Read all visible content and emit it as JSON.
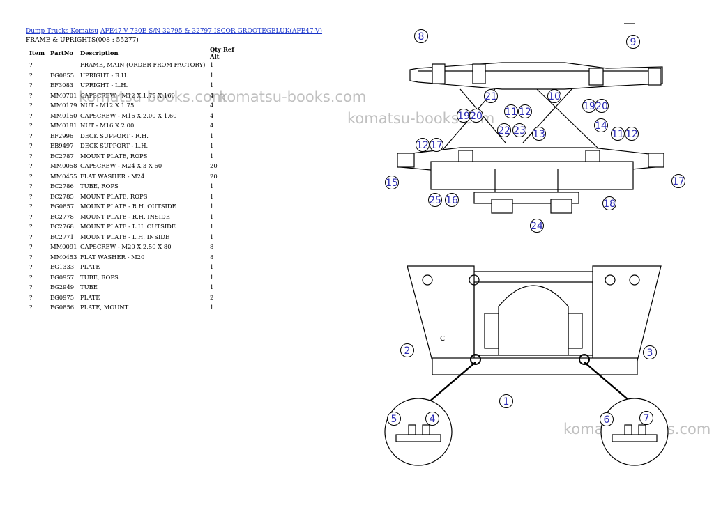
{
  "breadcrumb": {
    "link1": "Dump Trucks Komatsu",
    "link2": "AFE47-V 730E S/N 32795 & 32797 ISCOR GROOTEGELUK(AFE47-V)"
  },
  "section_title": "FRAME & UPRIGHTS(008 : 55277)",
  "table": {
    "headers": {
      "item": "Item",
      "part": "PartNo",
      "desc": "Description",
      "qty": "Qty Ref Alt"
    },
    "rows": [
      {
        "item": "?",
        "part": "",
        "desc": "FRAME, MAIN (ORDER FROM FACTORY)",
        "qty": "1"
      },
      {
        "item": "?",
        "part": "EG0855",
        "desc": "UPRIGHT - R.H.",
        "qty": "1"
      },
      {
        "item": "?",
        "part": "EF3083",
        "desc": "UPRIGHT - L.H.",
        "qty": "1"
      },
      {
        "item": "?",
        "part": "MM0701",
        "desc": "CAPSCREW - M12 X 1.75 X 160",
        "qty": "4"
      },
      {
        "item": "?",
        "part": "MM0179",
        "desc": "NUT - M12 X 1.75",
        "qty": "4"
      },
      {
        "item": "?",
        "part": "MM0150",
        "desc": "CAPSCREW - M16 X 2.00 X 1.60",
        "qty": "4"
      },
      {
        "item": "?",
        "part": "MM0181",
        "desc": "NUT - M16 X 2.00",
        "qty": "4"
      },
      {
        "item": "?",
        "part": "EF2996",
        "desc": "DECK SUPPORT - R.H.",
        "qty": "1"
      },
      {
        "item": "?",
        "part": "EB9497",
        "desc": "DECK SUPPORT - L.H.",
        "qty": "1"
      },
      {
        "item": "?",
        "part": "EC2787",
        "desc": "MOUNT PLATE, ROPS",
        "qty": "1"
      },
      {
        "item": "?",
        "part": "MM0058",
        "desc": "CAPSCREW - M24 X 3 X 60",
        "qty": "20"
      },
      {
        "item": "?",
        "part": "MM0455",
        "desc": "FLAT WASHER - M24",
        "qty": "20"
      },
      {
        "item": "?",
        "part": "EC2786",
        "desc": "TUBE, ROPS",
        "qty": "1"
      },
      {
        "item": "?",
        "part": "EC2785",
        "desc": "MOUNT PLATE, ROPS",
        "qty": "1"
      },
      {
        "item": "?",
        "part": "EG0857",
        "desc": "MOUNT PLATE - R.H. OUTSIDE",
        "qty": "1"
      },
      {
        "item": "?",
        "part": "EC2778",
        "desc": "MOUNT PLATE - R.H. INSIDE",
        "qty": "1"
      },
      {
        "item": "?",
        "part": "EC2768",
        "desc": "MOUNT PLATE - L.H. OUTSIDE",
        "qty": "1"
      },
      {
        "item": "?",
        "part": "EC2771",
        "desc": "MOUNT PLATE - L.H. INSIDE",
        "qty": "1"
      },
      {
        "item": "?",
        "part": "MM0091",
        "desc": "CAPSCREW - M20 X 2.50 X 80",
        "qty": "8"
      },
      {
        "item": "?",
        "part": "MM0453",
        "desc": "FLAT WASHER - M20",
        "qty": "8"
      },
      {
        "item": "?",
        "part": "EG1333",
        "desc": "PLATE",
        "qty": "1"
      },
      {
        "item": "?",
        "part": "EG0957",
        "desc": "TUBE, ROPS",
        "qty": "1"
      },
      {
        "item": "?",
        "part": "EG2949",
        "desc": "TUBE",
        "qty": "1"
      },
      {
        "item": "?",
        "part": "EG0975",
        "desc": "PLATE",
        "qty": "2"
      },
      {
        "item": "?",
        "part": "EG0856",
        "desc": "PLATE, MOUNT",
        "qty": "1"
      }
    ]
  },
  "watermarks": [
    "komatsu-books.com",
    "komatsu-books.com",
    "komatsu-books.com",
    "komatsu-books.com"
  ],
  "diagram": {
    "top_callouts": [
      "8",
      "9",
      "21",
      "10",
      "19",
      "20",
      "19",
      "20",
      "11",
      "12",
      "22",
      "23",
      "13",
      "14",
      "11",
      "12",
      "12",
      "17",
      "15",
      "25",
      "16",
      "18",
      "17",
      "24"
    ],
    "bottom_callouts": [
      "2",
      "3",
      "1",
      "5",
      "4",
      "6",
      "7"
    ],
    "frame_label": "C"
  },
  "colors": {
    "link": "#1a35c9",
    "callout": "#2d2db5",
    "watermark": "#8c8c8c"
  }
}
